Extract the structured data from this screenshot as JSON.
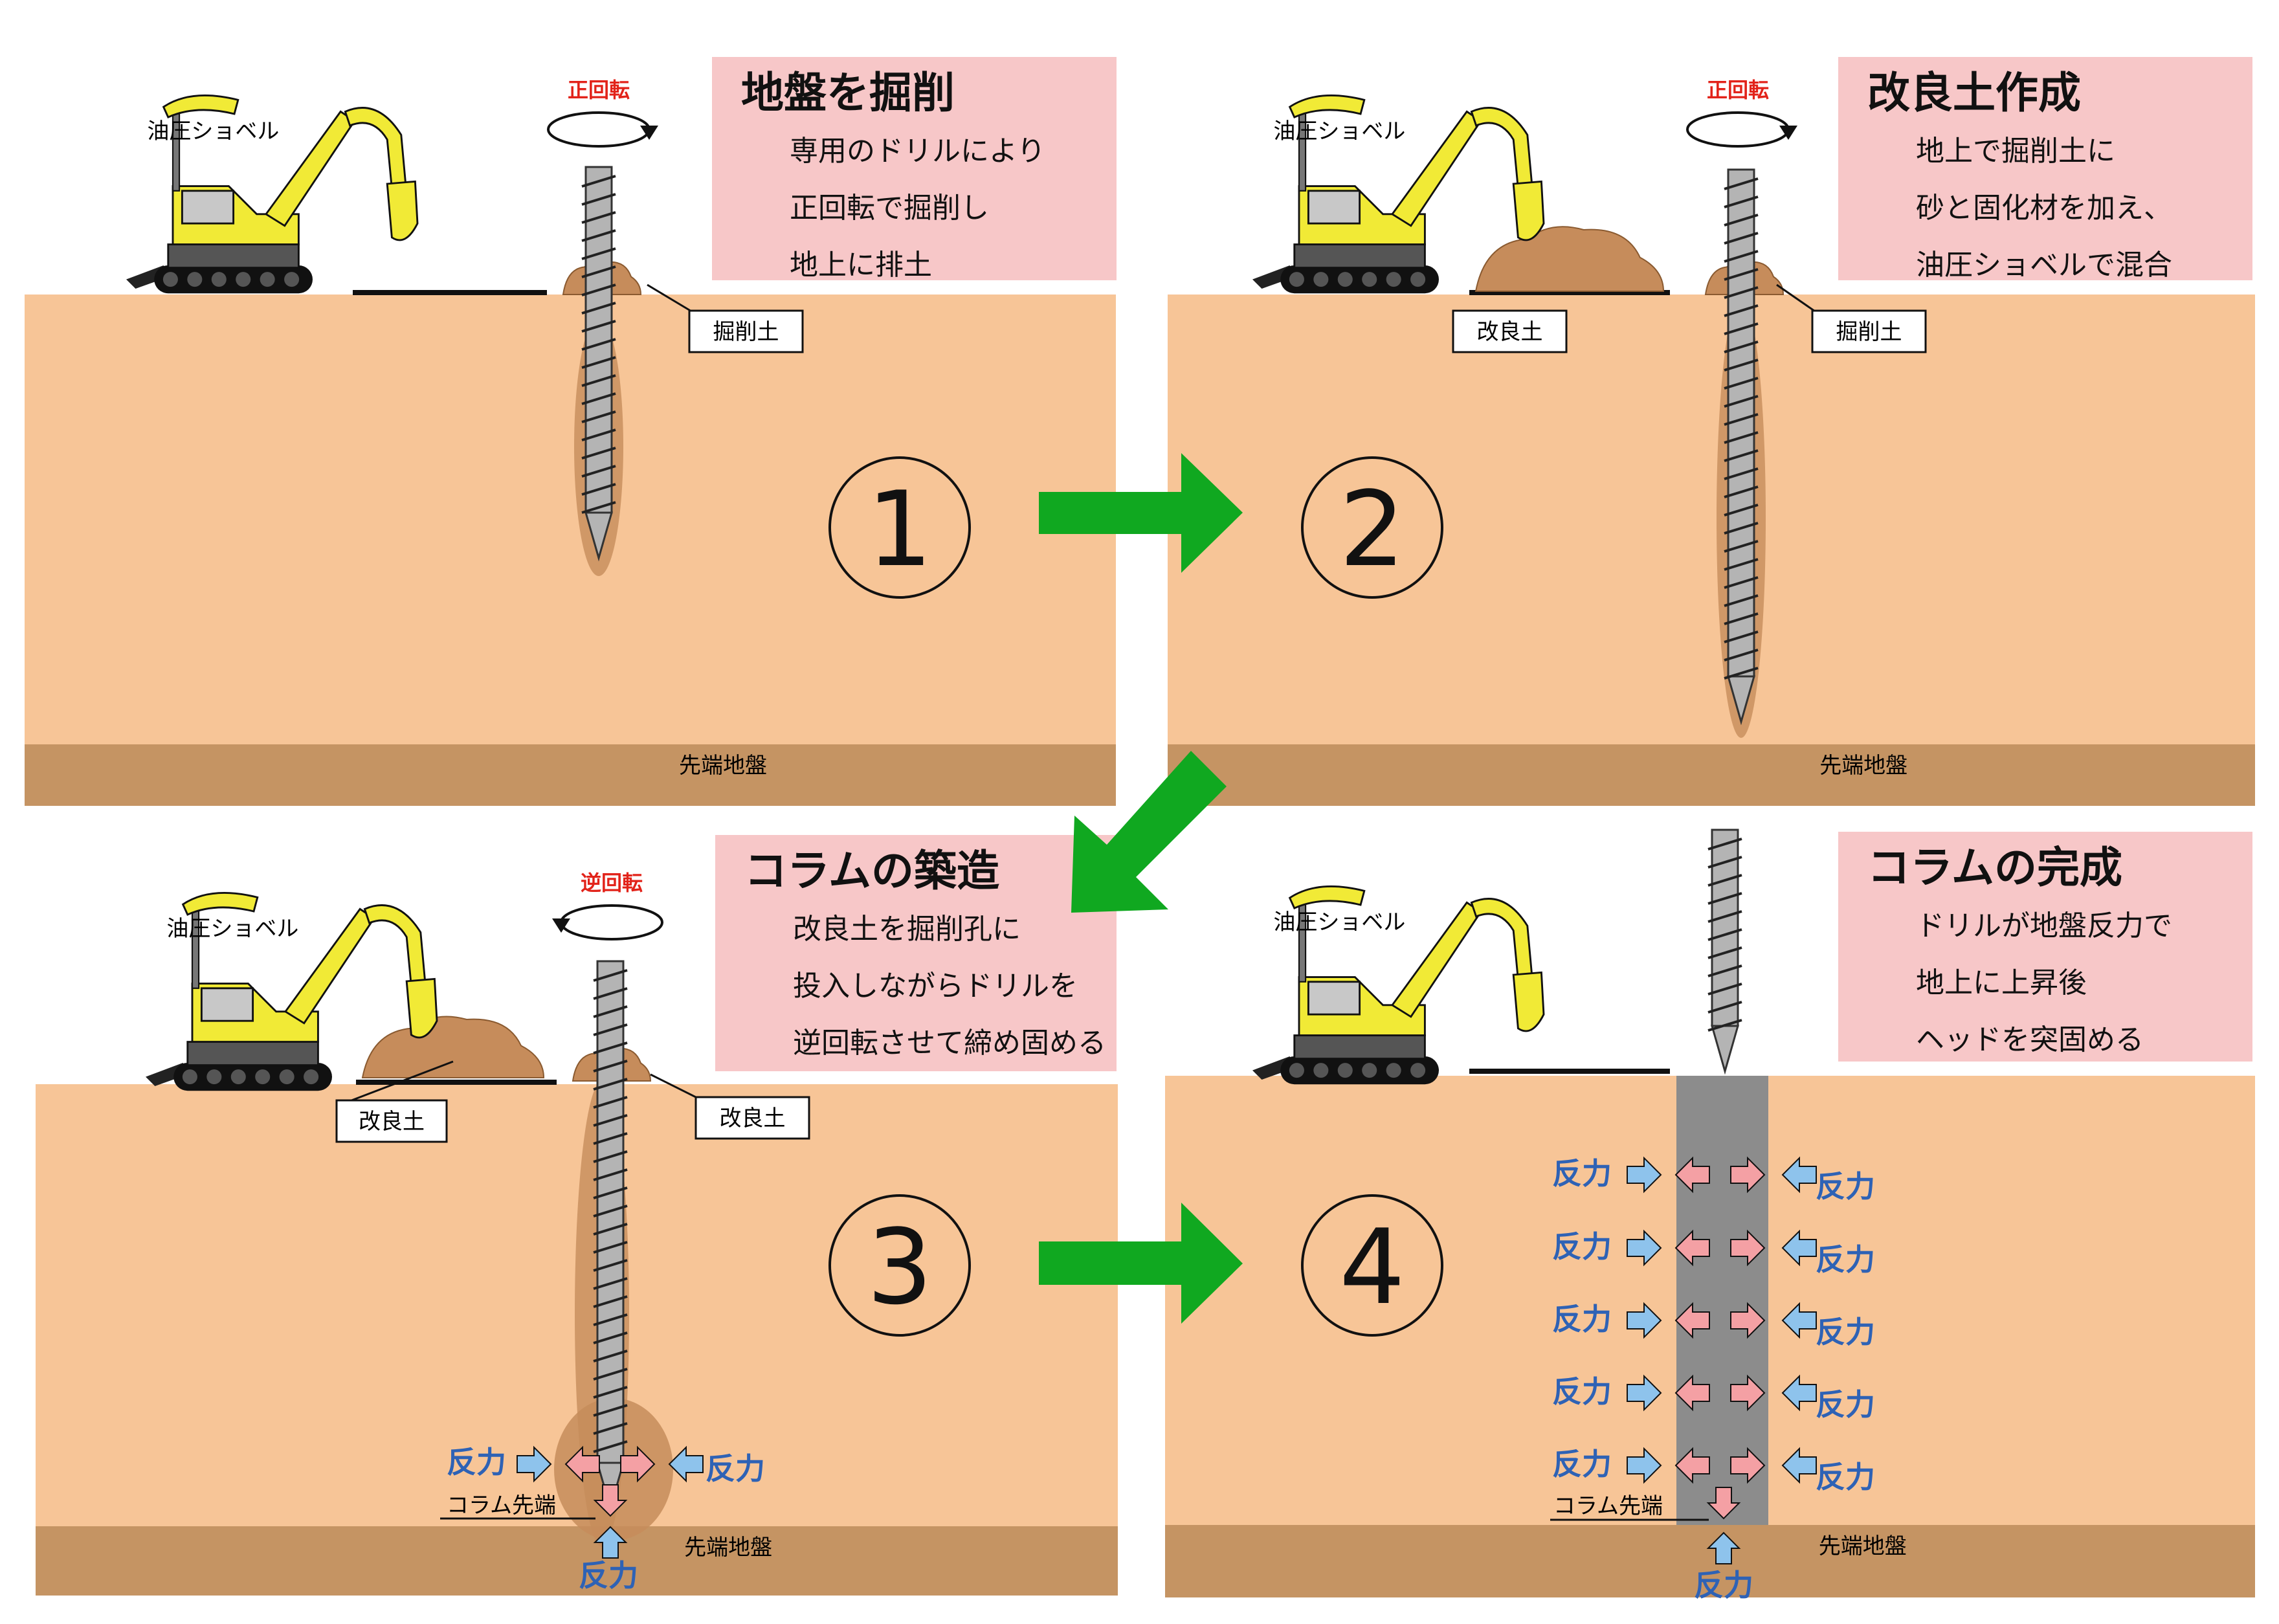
{
  "colors": {
    "soil": "#f7c597",
    "bearing_layer": "#c59463",
    "mound": "#c68c5b",
    "label_bg": "#f7c7c8",
    "arrow_green": "#10a820",
    "excavator_yellow": "#f1ea36",
    "column_gray": "#8c8c8c",
    "arrow_blue": "#8ec3ec",
    "arrow_pink": "#f4a0a4",
    "force_text": "#2e62b5",
    "rotation_text": "#e2231a"
  },
  "labels": {
    "excavator": "油圧ショベル",
    "bearing_layer": "先端地盤",
    "excavated_soil": "掘削土",
    "improved_soil": "改良土",
    "rot_forward": "正回転",
    "rot_reverse": "逆回転",
    "reaction": "反力",
    "column_tip": "コラム先端"
  },
  "steps": [
    {
      "number": "①",
      "title": "地盤を掘削",
      "lines": [
        "専用のドリルにより",
        "正回転で掘削し",
        "地上に排土"
      ]
    },
    {
      "number": "②",
      "title": "改良土作成",
      "lines": [
        "地上で掘削土に",
        "砂と固化材を加え、",
        "油圧ショベルで混合"
      ]
    },
    {
      "number": "③",
      "title": "コラムの築造",
      "lines": [
        "改良土を掘削孔に",
        "投入しながらドリルを",
        "逆回転させて締め固める"
      ]
    },
    {
      "number": "④",
      "title": "コラムの完成",
      "lines": [
        "ドリルが地盤反力で",
        "地上に上昇後",
        "ヘッドを突固める"
      ]
    }
  ]
}
